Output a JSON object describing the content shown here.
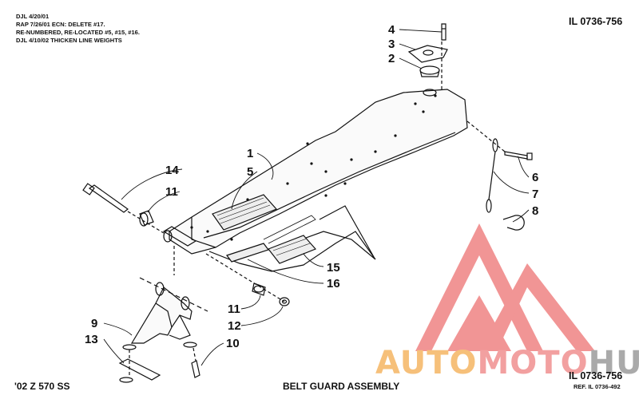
{
  "revision_notes": [
    "DJL 4/20/01",
    "RAP 7/26/01  ECN:  DELETE #17.",
    "RE-NUMBERED, RE-LOCATED #5, #15, #16.",
    "DJL 4/10/02 THICKEN LINE WEIGHTS"
  ],
  "drawing_id_top": "IL 0736-756",
  "drawing_id_bottom": "IL 0736-756",
  "reference": "REF. IL 0736-492",
  "model": "'02 Z 570 SS",
  "title": "BELT GUARD ASSEMBLY",
  "callouts": {
    "n1": "1",
    "n2": "2",
    "n3": "3",
    "n4": "4",
    "n5": "5",
    "n6": "6",
    "n7": "7",
    "n8": "8",
    "n9": "9",
    "n10": "10",
    "n11a": "11",
    "n11b": "11",
    "n12": "12",
    "n13": "13",
    "n14": "14",
    "n15": "15",
    "n16": "16"
  },
  "watermark": {
    "part1": "AUTO",
    "part2": "MOTO",
    "part3": "HUB"
  },
  "colors": {
    "line": "#111111",
    "watermark_red": "#f08a8a",
    "watermark_orange": "#f6c07a",
    "watermark_gray": "#aaaaaa"
  }
}
